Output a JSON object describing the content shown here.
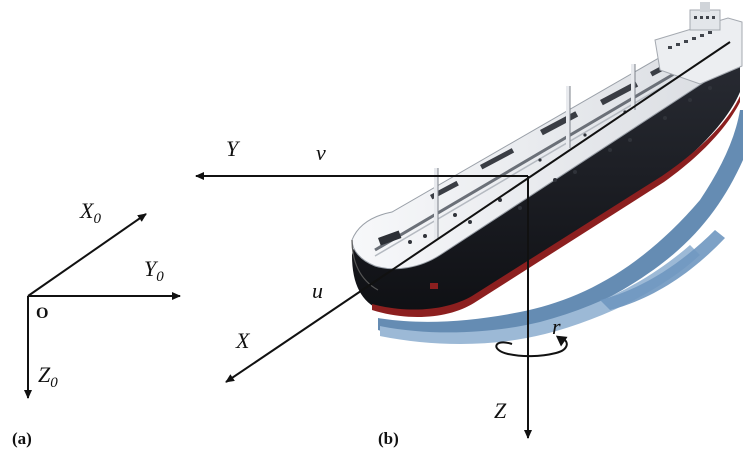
{
  "panel_a": {
    "caption": "(a)",
    "origin_label": "O",
    "x_axis": {
      "main": "X",
      "sub": "0"
    },
    "y_axis": {
      "main": "Y",
      "sub": "0"
    },
    "z_axis": {
      "main": "Z",
      "sub": "0"
    }
  },
  "panel_b": {
    "caption": "(b)",
    "x_label": "X",
    "y_label": "Y",
    "z_label": "Z",
    "surge_label": "u",
    "sway_label": "v",
    "yaw_rate_label": "r"
  },
  "colors": {
    "ink": "#111111",
    "hull_dark": "#1a1c22",
    "hull_red": "#8c1f1f",
    "deck": "#f2f3f5",
    "water": "#4a78a6"
  }
}
